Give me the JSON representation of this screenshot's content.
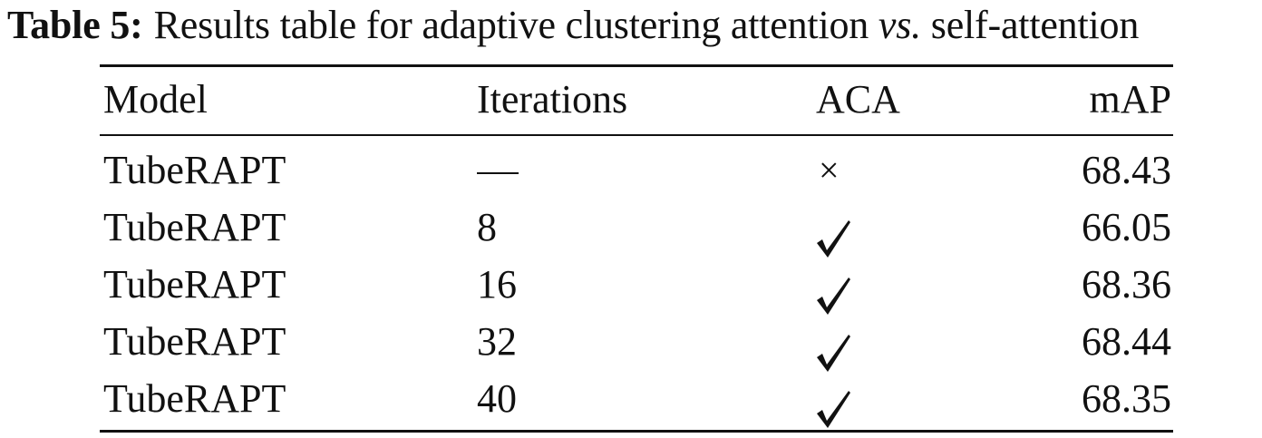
{
  "caption": {
    "label": "Table 5:",
    "text_before": "Results table for adaptive clustering attention",
    "italic": "vs.",
    "text_after": "self-attention"
  },
  "table": {
    "headers": [
      "Model",
      "Iterations",
      "ACA",
      "mAP"
    ],
    "rows": [
      {
        "model": "TubeRAPT",
        "iterations": "—",
        "aca": "×",
        "map": "68.43"
      },
      {
        "model": "TubeRAPT",
        "iterations": "8",
        "aca": "check-icon",
        "map": "66.05"
      },
      {
        "model": "TubeRAPT",
        "iterations": "16",
        "aca": "check-icon",
        "map": "68.36"
      },
      {
        "model": "TubeRAPT",
        "iterations": "32",
        "aca": "check-icon",
        "map": "68.44"
      },
      {
        "model": "TubeRAPT",
        "iterations": "40",
        "aca": "check-icon",
        "map": "68.35"
      }
    ]
  }
}
